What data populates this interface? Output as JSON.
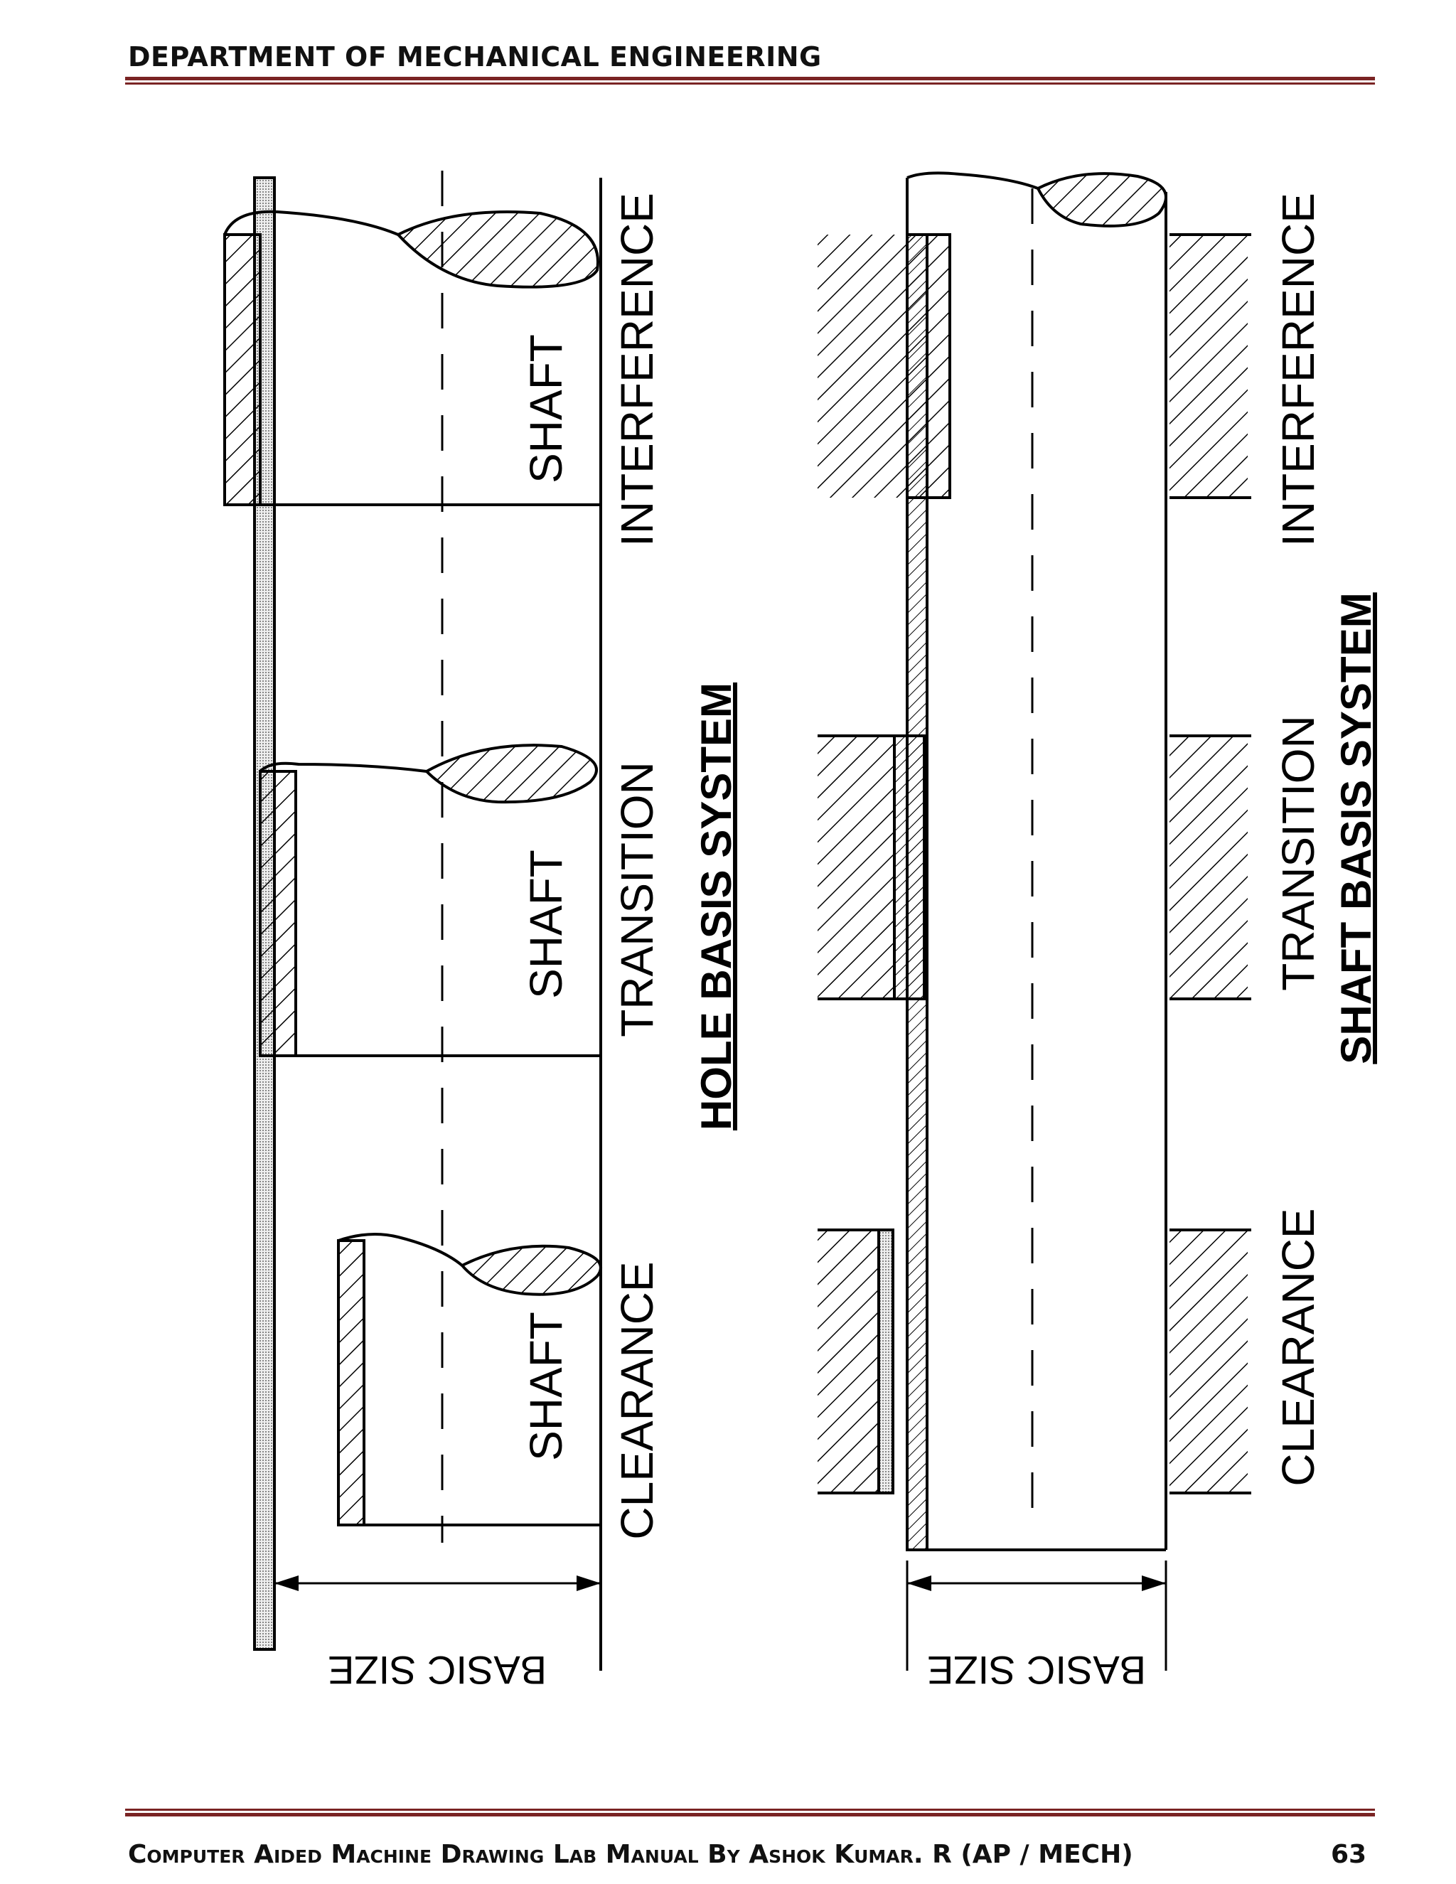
{
  "header": {
    "department": "DEPARTMENT OF MECHANICAL ENGINEERING"
  },
  "figure": {
    "hole_basis": {
      "title": "HOLE BASIS SYSTEM",
      "fits": [
        "CLEARANCE",
        "TRANSITION",
        "INTERFERENCE"
      ],
      "part_label": "SHAFT",
      "dimension": "BASIC SIZE"
    },
    "shaft_basis": {
      "title": "SHAFT BASIS SYSTEM",
      "fits": [
        "CLEARANCE",
        "TRANSITION",
        "INTERFERENCE"
      ],
      "dimension": "BASIC SIZE"
    }
  },
  "footer": {
    "text": "Computer Aided Machine Drawing Lab Manual By Ashok Kumar. R (AP / MECH)",
    "page": "63"
  }
}
